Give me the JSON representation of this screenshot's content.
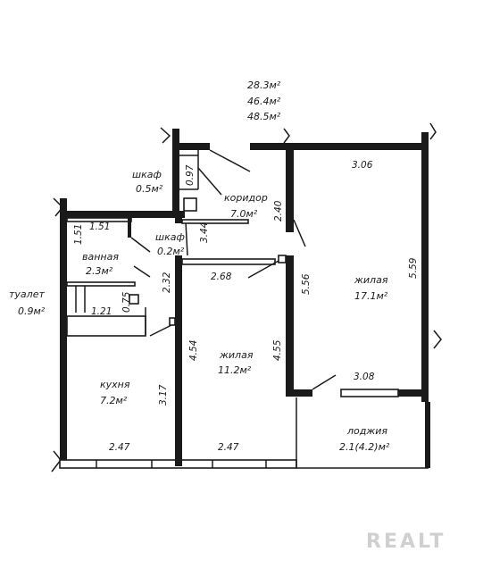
{
  "totals": [
    "28.3м²",
    "46.4м²",
    "48.5м²"
  ],
  "rooms": {
    "closet1_name": "шкаф",
    "closet1_area": "0.5м²",
    "corridor_name": "коридор",
    "corridor_area": "7.0м²",
    "closet2_name": "шкаф",
    "closet2_area": "0.2м²",
    "bath_name": "ванная",
    "bath_area": "2.3м²",
    "toilet_name": "туалет",
    "toilet_area": "0.9м²",
    "kitchen_name": "кухня",
    "kitchen_area": "7.2м²",
    "living1_name": "жилая",
    "living1_area": "11.2м²",
    "living2_name": "жилая",
    "living2_area": "17.1м²",
    "loggia_name": "лоджия",
    "loggia_area": "2.1(4.2)м²"
  },
  "dims": {
    "d306": "3.06",
    "d097": "0.97",
    "d240": "2.40",
    "d344": "3.44",
    "d151a": "1.51",
    "d151b": "1.51",
    "d232": "2.32",
    "d248": "2.68",
    "d556": "5.56",
    "d559": "5.59",
    "d075": "0.75",
    "d121": "1.21",
    "d454": "4.54",
    "d455": "4.55",
    "d317": "3.17",
    "d308": "3.08",
    "d247a": "2.47",
    "d247b": "2.47"
  },
  "watermark": "REALT"
}
